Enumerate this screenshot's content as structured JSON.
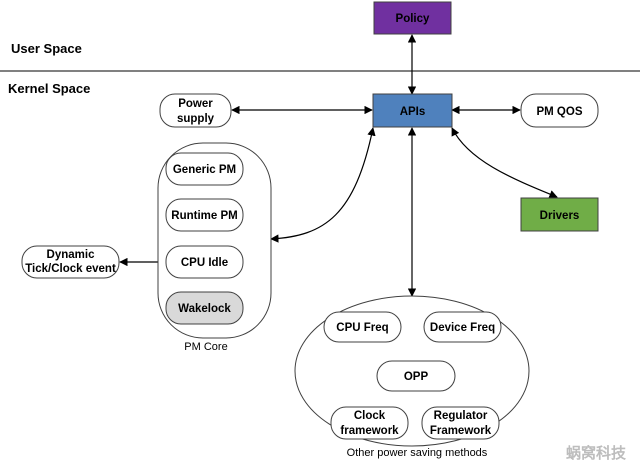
{
  "sections": {
    "user_space": "User Space",
    "kernel_space": "Kernel Space"
  },
  "nodes": {
    "policy": "Policy",
    "apis": "APIs",
    "power_supply": [
      "Power",
      "supply"
    ],
    "pm_qos": "PM QOS",
    "drivers": "Drivers",
    "generic_pm": "Generic PM",
    "runtime_pm": "Runtime PM",
    "cpu_idle": "CPU Idle",
    "wakelock": "Wakelock",
    "dynamic_tick": [
      "Dynamic",
      "Tick/Clock event"
    ],
    "cpu_freq": "CPU Freq",
    "device_freq": "Device Freq",
    "opp": "OPP",
    "clock_framework": [
      "Clock",
      "framework"
    ],
    "regulator_framework": [
      "Regulator",
      "Framework"
    ]
  },
  "groups": {
    "pm_core": "PM Core",
    "other_methods": "Other power saving methods"
  },
  "watermark": "蜗窝科技",
  "colors": {
    "policy_fill": "#7030a0",
    "apis_fill": "#4f81bd",
    "drivers_fill": "#70ad47",
    "wakelock_fill": "#d9d9d9",
    "line": "#000000",
    "outline": "#404040"
  }
}
